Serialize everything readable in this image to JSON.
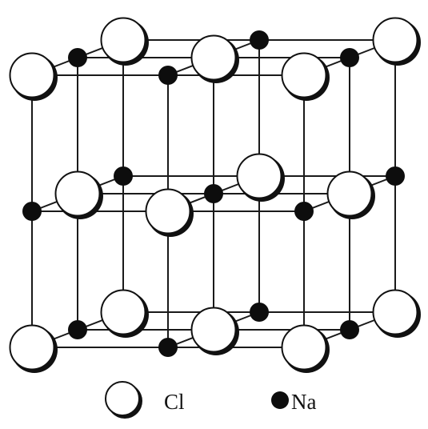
{
  "legend": {
    "cl_label": "Cl",
    "na_label": "Na"
  },
  "colors": {
    "line": "#1a1a1a",
    "cl_fill": "#ffffff",
    "cl_shade": "#111111",
    "na_fill": "#0d0d0d"
  },
  "lattice": {
    "type": "rock-salt cubic unit cell",
    "ions_per_edge": 3,
    "corner_ion": "Cl",
    "alternating_ions": [
      "Cl",
      "Na"
    ]
  }
}
